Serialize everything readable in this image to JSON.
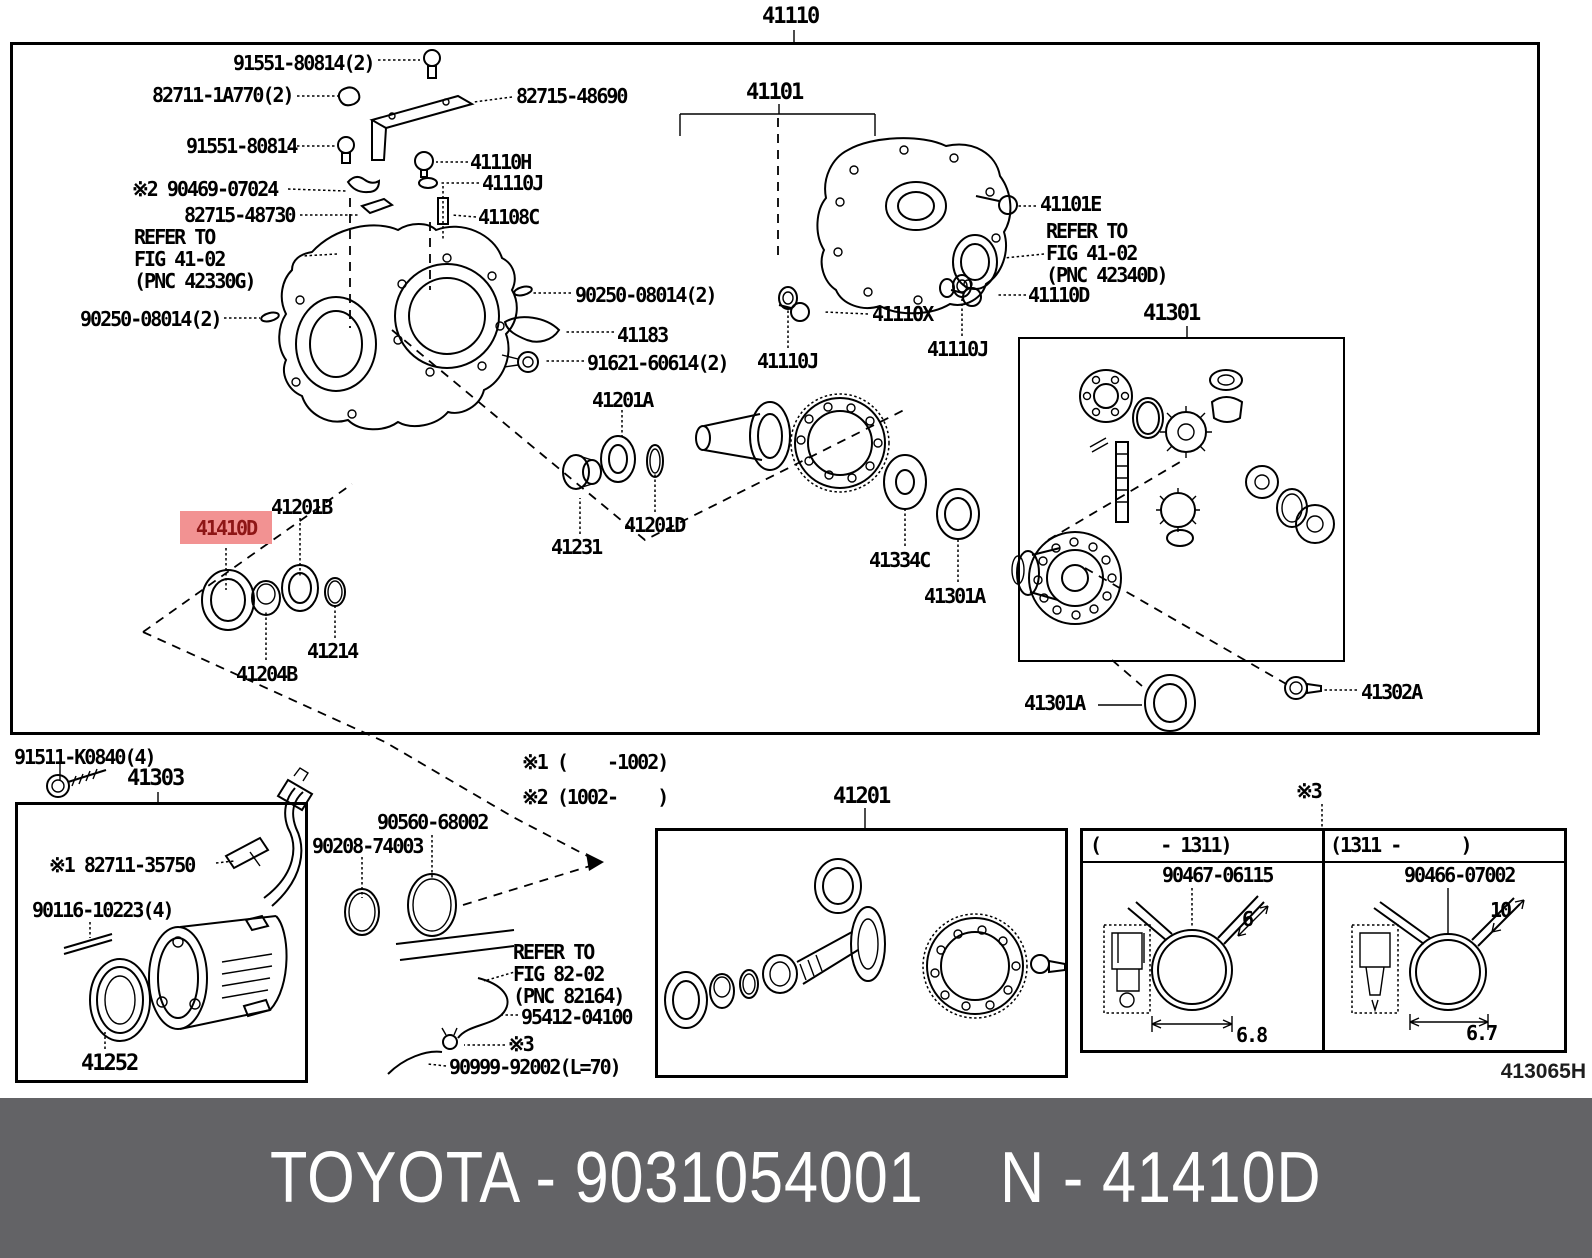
{
  "theme": {
    "banner_bg": "#636366",
    "banner_fg": "#FFFFFF",
    "highlight_bg": "#F29292",
    "highlight_fg": "#8E1616"
  },
  "banner": {
    "left": "TOYOTA - 9031054001",
    "right": "N - 41410D"
  },
  "figure_code": "413065H",
  "labels": {
    "p41110": "41110",
    "p91551_80814_x2": "91551-80814(2)",
    "p82711_1a770": "82711-1A770(2)",
    "p82715_48690": "82715-48690",
    "p91551_80814": "91551-80814",
    "p41110h": "41110H",
    "p41110j_a": "41110J",
    "note2_90469": "※2 90469-07024",
    "p82715_48730": "82715-48730",
    "p41108c": "41108C",
    "refer_42330g": "REFER TO\nFIG 41-02\n(PNC 42330G)",
    "p90250_left": "90250-08014(2)",
    "p90250_mid": "90250-08014(2)",
    "p41183": "41183",
    "p91621_60614": "91621-60614(2)",
    "p41201a": "41201A",
    "p41101": "41101",
    "p41101e": "41101E",
    "refer_42340d": "REFER TO\nFIG 41-02\n(PNC 42340D)",
    "p41110d": "41110D",
    "p41110x": "41110X",
    "p41110j_b": "41110J",
    "p41110j_c": "41110J",
    "p41301": "41301",
    "p41201b": "41201B",
    "p41410d": "41410D",
    "p41231": "41231",
    "p41201d": "41201D",
    "p41334c": "41334C",
    "p41301a_in": "41301A",
    "p41214": "41214",
    "p41204b": "41204B",
    "p41301a_out": "41301A",
    "p41302a": "41302A",
    "p91511_k0840": "91511-K0840(4)",
    "p41303": "41303",
    "note1_82711": "※1 82711-35750",
    "p90116_10223": "90116-10223(4)",
    "p41252": "41252",
    "p90560_68002": "90560-68002",
    "p90208_74003": "90208-74003",
    "note1_range": "※1 (    -1002)",
    "note2_range": "※2 (1002-    )",
    "p41201": "41201",
    "refer_82164": "REFER TO\nFIG 82-02\n(PNC 82164)",
    "p95412_04100": "95412-04100",
    "note3_mid": "※3",
    "p90999_92002": "90999-92002(L=70)",
    "note3_table": "※3",
    "tbl_left_range": "(      - 1311)",
    "tbl_right_range": "(1311 -      )",
    "p90467_06115": "90467-06115",
    "p90466_07002": "90466-07002",
    "dim_6": "6",
    "dim_6_8": "6.8",
    "dim_10": "10",
    "dim_6_7": "6.7"
  }
}
